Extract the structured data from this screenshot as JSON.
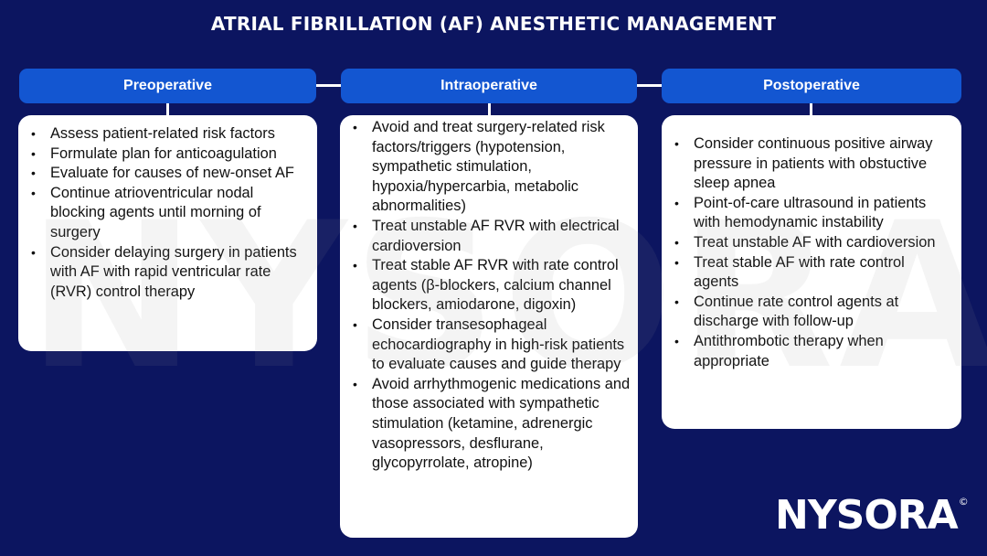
{
  "title": "ATRIAL FIBRILLATION (AF) ANESTHETIC MANAGEMENT",
  "colors": {
    "background": "#0c1560",
    "header_fill": "#1356d1",
    "box_fill": "#ffffff",
    "text_on_dark": "#ffffff",
    "body_text": "#111111"
  },
  "phases": [
    {
      "label": "Preoperative",
      "items": [
        "Assess patient-related risk factors",
        "Formulate plan for anticoagulation",
        "Evaluate for causes of new-onset AF",
        "Continue atrioventricular nodal blocking agents until morning of surgery",
        "Consider delaying surgery in patients with AF with rapid ventricular rate (RVR) control therapy"
      ]
    },
    {
      "label": "Intraoperative",
      "items": [
        "Avoid and treat surgery-related risk factors/triggers (hypotension, sympathetic stimulation, hypoxia/hypercarbia, metabolic abnormalities)",
        "Treat unstable AF RVR with electrical cardioversion",
        "Treat stable AF RVR with rate control agents (β-blockers, calcium channel blockers, amiodarone, digoxin)",
        "Consider transesophageal echocardiography in high-risk patients to evaluate causes and guide therapy",
        "Avoid arrhythmogenic medications and those associated with sympathetic stimulation (ketamine, adrenergic vasopressors, desflurane, glycopyrrolate, atropine)"
      ]
    },
    {
      "label": "Postoperative",
      "items": [
        "Consider continuous positive airway pressure in patients with obstuctive sleep apnea",
        "Point-of-care ultrasound in patients with hemodynamic instability",
        "Treat unstable AF with cardioversion",
        "Treat stable AF with rate control agents",
        "Continue rate control agents at discharge with follow-up",
        "Antithrombotic therapy when appropriate"
      ]
    }
  ],
  "bullet_glyph": "•",
  "watermark": {
    "text": "NYSORA",
    "mark": "©"
  },
  "logo": {
    "text": "NYSORA",
    "mark": "©"
  }
}
